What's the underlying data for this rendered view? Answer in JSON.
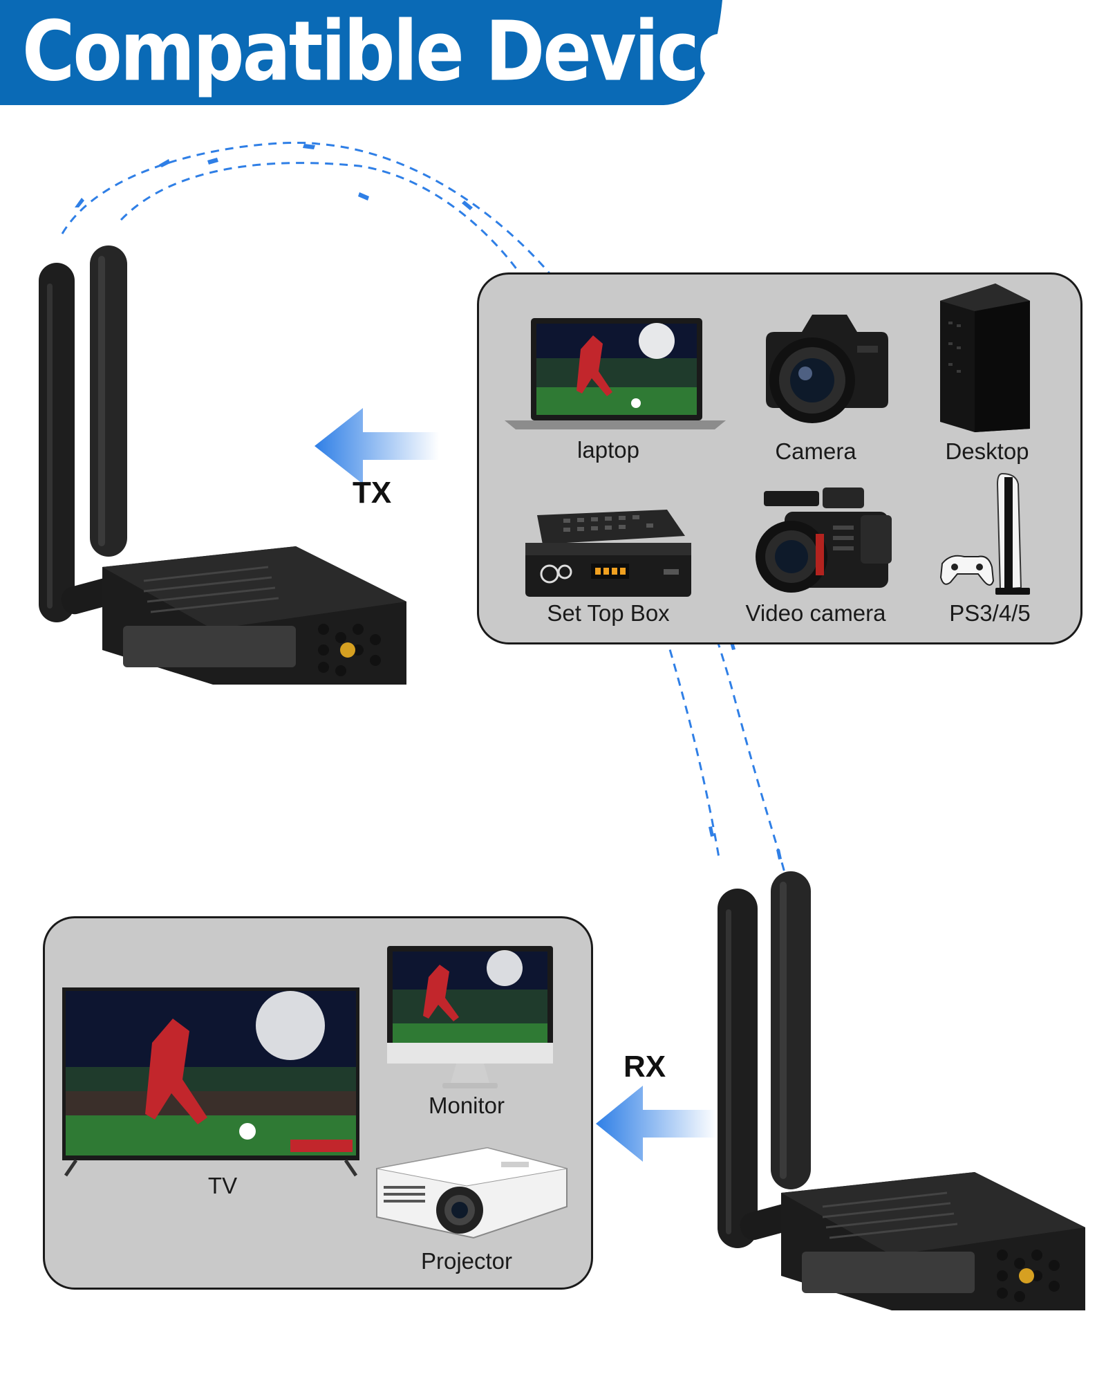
{
  "header": {
    "title": "Compatible Devices"
  },
  "transmitter": {
    "label": "TX"
  },
  "receiver": {
    "label": "RX"
  },
  "sources": {
    "items": [
      {
        "label": "laptop",
        "icon": "laptop-icon"
      },
      {
        "label": "Camera",
        "icon": "camera-icon"
      },
      {
        "label": "Desktop",
        "icon": "desktop-tower-icon"
      },
      {
        "label": "Set Top Box",
        "icon": "set-top-box-icon"
      },
      {
        "label": "Video camera",
        "icon": "video-camera-icon"
      },
      {
        "label": "PS3/4/5",
        "icon": "game-console-icon"
      }
    ]
  },
  "displays": {
    "items": [
      {
        "label": "TV",
        "icon": "tv-icon"
      },
      {
        "label": "Monitor",
        "icon": "monitor-icon"
      },
      {
        "label": "Projector",
        "icon": "projector-icon"
      }
    ]
  },
  "colors": {
    "brand_blue": "#0a6ab6",
    "arrow_blue": "#2f7fe6",
    "panel_grey": "#c9c9c9",
    "device_black": "#1c1c1c",
    "accent_gold": "#d6a021"
  }
}
